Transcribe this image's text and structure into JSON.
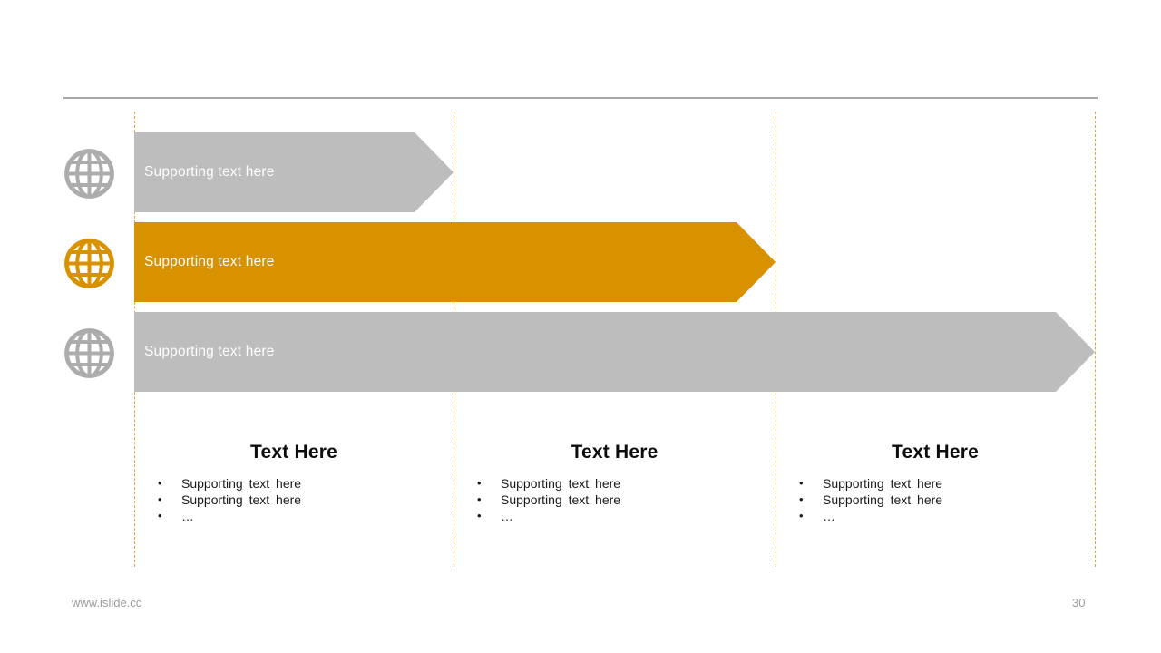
{
  "slide": {
    "footer_url": "www.islide.cc",
    "page_number": "30"
  },
  "colors": {
    "accent_orange": "#d89200",
    "arrow_gray": "#bdbdbd",
    "icon_gray": "#acacac",
    "guide_dash_orange": "#e3a33c",
    "top_divider_gray": "#a6a6a6",
    "footer_text_gray": "#9b9b9b",
    "arrow_label_white": "#fdfdfd",
    "body_text_black": "#1a1a1a"
  },
  "icons": [
    {
      "name": "globe-icon",
      "state": "inactive",
      "color": "#acacac"
    },
    {
      "name": "globe-icon",
      "state": "active",
      "color": "#d89200"
    },
    {
      "name": "globe-icon",
      "state": "inactive",
      "color": "#acacac"
    }
  ],
  "arrows": [
    {
      "label": "Supporting text here",
      "color": "#bdbdbd",
      "relative_length": "short"
    },
    {
      "label": "Supporting text here",
      "color": "#d89200",
      "relative_length": "medium"
    },
    {
      "label": "Supporting text here",
      "color": "#bdbdbd",
      "relative_length": "long"
    }
  ],
  "columns": [
    {
      "title": "Text Here",
      "bullets": [
        "Supporting text here",
        "Supporting text here",
        "…"
      ]
    },
    {
      "title": "Text Here",
      "bullets": [
        "Supporting text here",
        "Supporting text here",
        "…"
      ]
    },
    {
      "title": "Text Here",
      "bullets": [
        "Supporting text here",
        "Supporting text here",
        "…"
      ]
    }
  ]
}
